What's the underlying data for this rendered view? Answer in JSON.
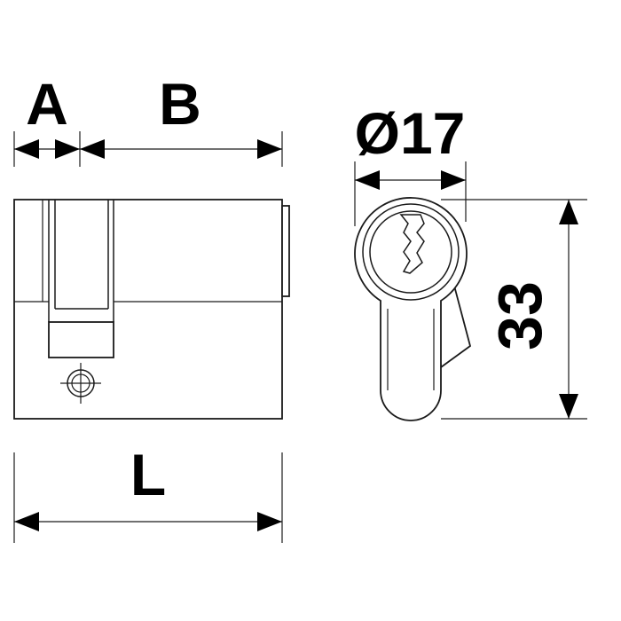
{
  "dimensions": {
    "a_label": "A",
    "b_label": "B",
    "l_label": "L",
    "diameter_label": "Ø17",
    "height_label": "33"
  },
  "colors": {
    "line": "#1a1a1a",
    "background": "#ffffff"
  }
}
